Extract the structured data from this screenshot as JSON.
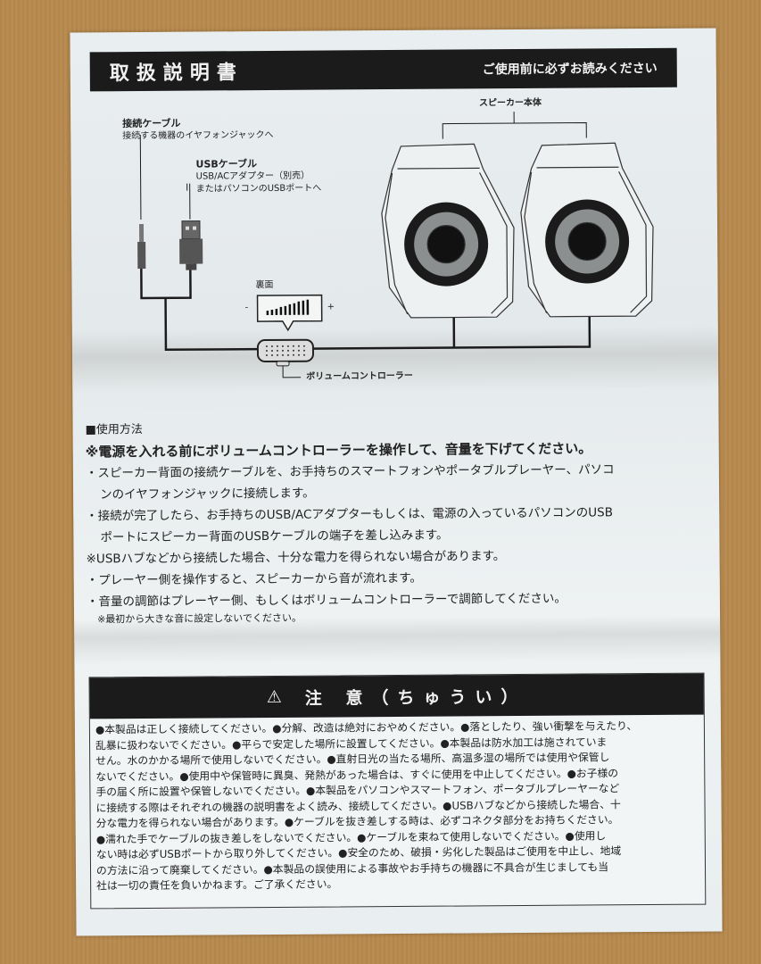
{
  "header": {
    "title": "取扱説明書",
    "subtitle": "ご使用前に必ずお読みください"
  },
  "diagram": {
    "connect_cable": {
      "title": "接続ケーブル",
      "desc": "接続する機器のイヤフォンジャックへ"
    },
    "usb_cable": {
      "title": "USBケーブル",
      "desc_line1": "USB/ACアダプター（別売）",
      "desc_line2": "またはパソコンのUSBポートへ"
    },
    "speaker_label": "スピーカー本体",
    "back_label": "裏面",
    "minus": "-",
    "plus": "+",
    "volume_label": "ボリュームコントローラー"
  },
  "usage": {
    "heading": "■使用方法",
    "warning": "※電源を入れる前にボリュームコントローラーを操作して、音量を下げてください。",
    "steps": [
      "・スピーカー背面の接続ケーブルを、お手持ちのスマートフォンやポータブルプレーヤー、パソコ",
      "ンのイヤフォンジャックに接続します。",
      "・接続が完了したら、お手持ちのUSB/ACアダプターもしくは、電源の入っているパソコンのUSB",
      "ポートにスピーカー背面のUSBケーブルの端子を差し込みます。",
      "※USBハブなどから接続した場合、十分な電力を得られない場合があります。",
      "・プレーヤー側を操作すると、スピーカーから音が流れます。",
      "・音量の調節はプレーヤー側、もしくはボリュームコントローラーで調節してください。"
    ],
    "note": "※最初から大きな音に設定しないでください。"
  },
  "caution": {
    "icon": "⚠",
    "title": "注 意（ちゅうい）",
    "lines": [
      "●本製品は正しく接続してください。●分解、改造は絶対におやめください。●落としたり、強い衝撃を与えたり、",
      "乱暴に扱わないでください。●平らで安定した場所に設置してください。●本製品は防水加工は施されていま",
      "せん。水のかかる場所で使用しないでください。●直射日光の当たる場所、高温多湿の場所では使用や保管し",
      "ないでください。●使用中や保管時に異臭、発熱があった場合は、すぐに使用を中止してください。●お子様の",
      "手の届く所に設置や保管しないでください。●本製品をパソコンやスマートフォン、ポータブルプレーヤーなど",
      "に接続する際はそれぞれの機器の説明書をよく読み、接続してください。●USBハブなどから接続した場合、十",
      "分な電力を得られない場合があります。●ケーブルを抜き差しする時は、必ずコネクタ部分をお持ちください。",
      "●濡れた手でケーブルの抜き差しをしないでください。●ケーブルを束ねて使用しないでください。●使用し",
      "ない時は必ずUSBポートから取り外してください。●安全のため、破損・劣化した製品はご使用を中止し、地域",
      "の方法に沿って廃棄してください。●本製品の誤使用による事故やお手持ちの機器に不具合が生じましても当",
      "社は一切の責任を負いかねます。ご了承ください。"
    ]
  }
}
